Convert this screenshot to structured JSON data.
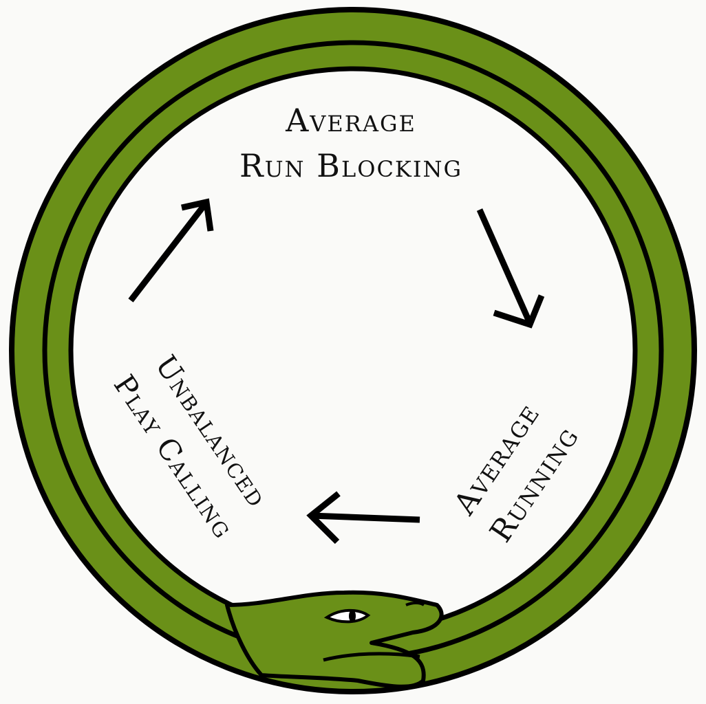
{
  "colors": {
    "snake_green": "#6a9018",
    "outline": "#000000",
    "background": "#fafaf8"
  },
  "cycle": [
    {
      "line1": "Average",
      "line2": "Run Blocking"
    },
    {
      "line1": "Average",
      "line2": "Running"
    },
    {
      "line1": "Unbalanced",
      "line2": "Play Calling"
    }
  ],
  "icons": [
    "arrow-icon",
    "ouroboros-snake-icon"
  ]
}
